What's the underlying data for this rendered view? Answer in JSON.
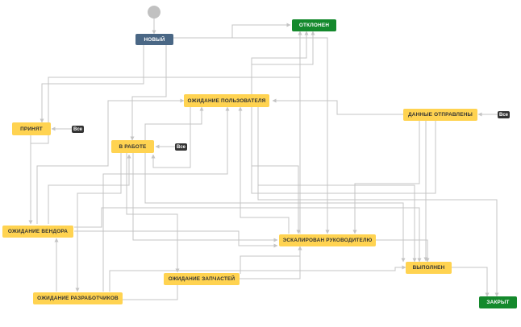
{
  "nodes": {
    "new": "НОВЫЙ",
    "rejected": "ОТКЛОНЕН",
    "waiting_user": "ОЖИДАНИЕ ПОЛЬЗОВАТЕЛЯ",
    "data_sent": "ДАННЫЕ ОТПРАВЛЕНЫ",
    "accepted": "ПРИНЯТ",
    "in_progress": "В РАБОТЕ",
    "waiting_vendor": "ОЖИДАНИЕ ВЕНДОРА",
    "escalated": "ЭСКАЛИРОВАН РУКОВОДИТЕЛЮ",
    "done": "ВЫПОЛНЕН",
    "waiting_parts": "ОЖИДАНИЕ ЗАПЧАСТЕЙ",
    "waiting_devs": "ОЖИДАНИЕ РАЗРАБОТЧИКОВ",
    "closed": "ЗАКРЫТ"
  },
  "badges": {
    "all_accepted": "Все",
    "all_in_progress": "Все",
    "all_data_sent": "Все"
  },
  "colors": {
    "status_yellow": "#ffd351",
    "status_blue": "#4a6785",
    "status_green": "#14892c",
    "badge_dark": "#333333",
    "edge_gray": "#c4c4c4",
    "start_gray": "#c1c1c1"
  }
}
